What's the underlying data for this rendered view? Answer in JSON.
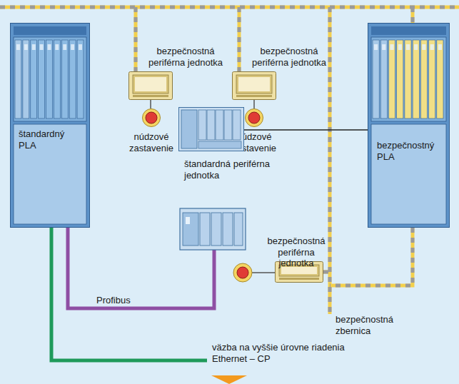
{
  "diagram": {
    "nodes": [
      {
        "text": [
          "bezpečnostná periférna jednotka"
        ]
      },
      {
        "text": [
          "núdzové zastavenie"
        ]
      },
      {
        "text": [
          "bezpečnostná periférna jednotka"
        ]
      },
      {
        "text": [
          "núdzové zastavenie"
        ]
      },
      {
        "text": [
          "štandardný PLA"
        ]
      },
      {
        "text": [
          "štandardná periférna jednotka"
        ]
      },
      {
        "text": [
          "bezpečnostný PLA"
        ]
      },
      {
        "text": [
          "bezpečnostná periférna jednotka"
        ]
      }
    ],
    "edges": [
      {
        "from": 0,
        "to": 1,
        "arrow": "none"
      },
      {
        "from": 2,
        "to": 3,
        "arrow": "none"
      },
      {
        "from": 5,
        "to": 6,
        "arrow": "none"
      }
    ],
    "labels": [
      "Profibus",
      "bezpečnostná zbernica",
      "väzba na vyššie úrovne riadenia Ethernet – CP"
    ]
  }
}
